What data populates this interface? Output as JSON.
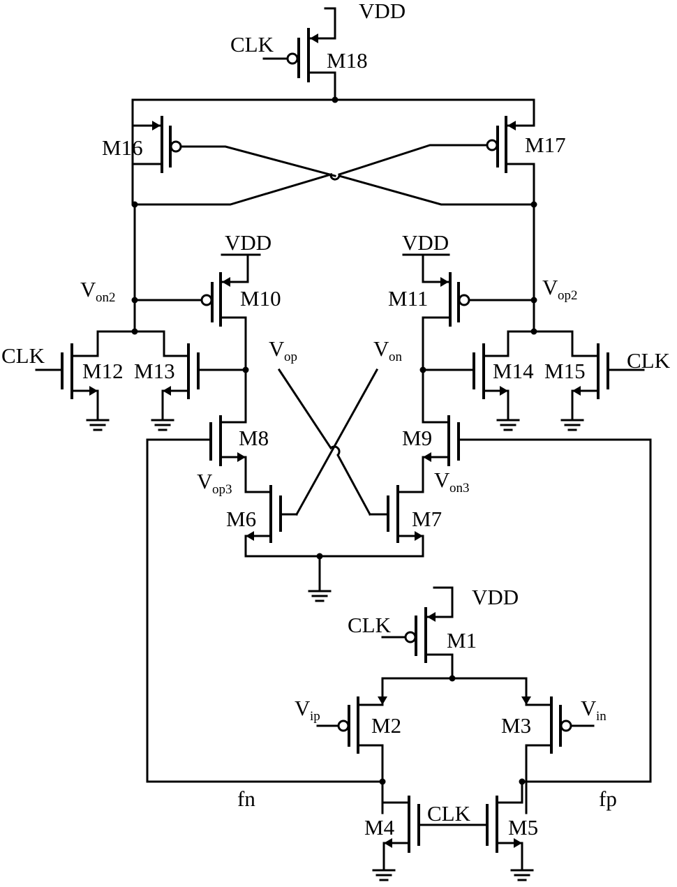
{
  "net_labels": {
    "vdd": "VDD",
    "clk": "CLK",
    "fn": "fn",
    "fp": "fp",
    "vop": "V",
    "vop_sub": "op",
    "von": "V",
    "von_sub": "on",
    "vop2": "V",
    "vop2_sub": "op2",
    "von2": "V",
    "von2_sub": "on2",
    "vop3": "V",
    "vop3_sub": "op3",
    "von3": "V",
    "von3_sub": "on3",
    "vip": "V",
    "vip_sub": "ip",
    "vin": "V",
    "vin_sub": "in"
  },
  "transistors": {
    "m1": "M1",
    "m2": "M2",
    "m3": "M3",
    "m4": "M4",
    "m5": "M5",
    "m6": "M6",
    "m7": "M7",
    "m8": "M8",
    "m9": "M9",
    "m10": "M10",
    "m11": "M11",
    "m12": "M12",
    "m13": "M13",
    "m14": "M14",
    "m15": "M15",
    "m16": "M16",
    "m17": "M17",
    "m18": "M18"
  }
}
